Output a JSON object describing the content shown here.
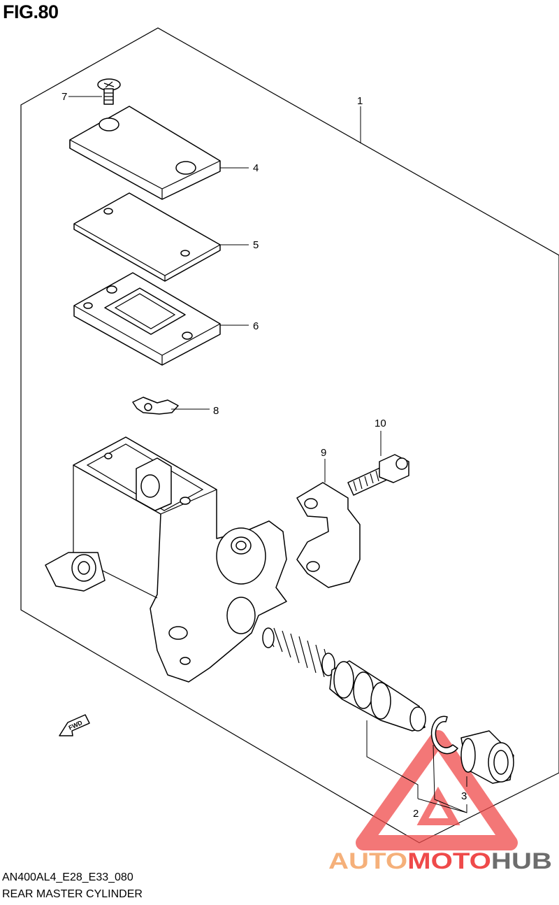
{
  "figure": {
    "title": "FIG.80"
  },
  "footer": {
    "model_code": "AN400AL4_E28_E33_080",
    "diagram_name": "REAR MASTER CYLINDER"
  },
  "callouts": [
    {
      "id": "1",
      "part": "master-cylinder-assembly"
    },
    {
      "id": "2",
      "part": "piston-set"
    },
    {
      "id": "3",
      "part": "boot"
    },
    {
      "id": "4",
      "part": "reservoir-cap"
    },
    {
      "id": "5",
      "part": "cap-plate"
    },
    {
      "id": "6",
      "part": "diaphragm"
    },
    {
      "id": "7",
      "part": "cap-screw"
    },
    {
      "id": "8",
      "part": "clip"
    },
    {
      "id": "9",
      "part": "holder"
    },
    {
      "id": "10",
      "part": "mounting-bolt"
    }
  ],
  "direction_marker": {
    "label": "FWD"
  },
  "watermark": {
    "brand": "AUTOMOTOHUB",
    "part_a": "AUTO",
    "part_b": "MOTO",
    "part_c": "HUB",
    "colors": {
      "orange": "#f5b07a",
      "red": "#ef4a4a",
      "gray": "#6d6d6d"
    }
  }
}
